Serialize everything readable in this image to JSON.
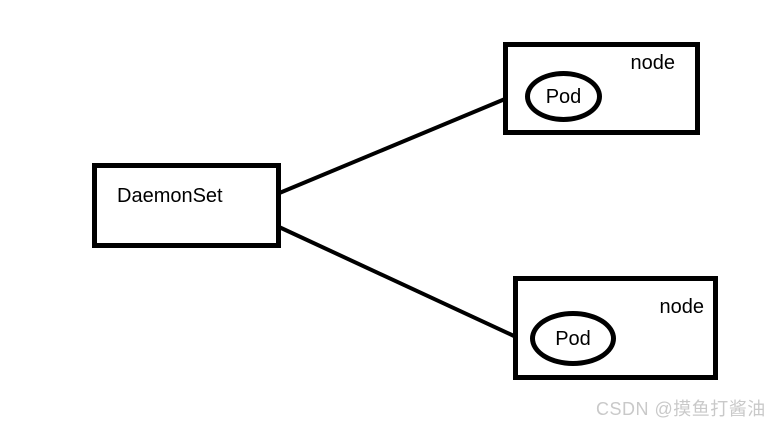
{
  "diagram": {
    "daemonset": {
      "label": "DaemonSet"
    },
    "node_top": {
      "label": "node",
      "pod": {
        "label": "Pod"
      }
    },
    "node_bottom": {
      "label": "node",
      "pod": {
        "label": "Pod"
      }
    },
    "colors": {
      "stroke": "#000000",
      "background": "#ffffff",
      "watermark_text": "#c9c9c9"
    }
  },
  "watermark": {
    "text": "CSDN @摸鱼打酱油"
  }
}
